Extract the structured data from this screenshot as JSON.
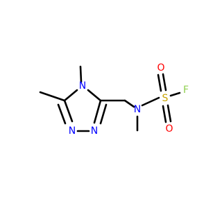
{
  "diagram": {
    "type": "chemical-structure",
    "colors": {
      "background": "#ffffff",
      "bond": "#000000",
      "nitrogen": "#0000ff",
      "oxygen": "#ff0000",
      "sulfur": "#c8a300",
      "fluorine": "#90d050"
    },
    "atoms": {
      "n_ring_top": "N",
      "n_ring_left": "N",
      "n_ring_right": "N",
      "n_amine": "N",
      "s_sulfonyl": "S",
      "o_top": "O",
      "o_bottom": "O",
      "f": "F"
    }
  }
}
